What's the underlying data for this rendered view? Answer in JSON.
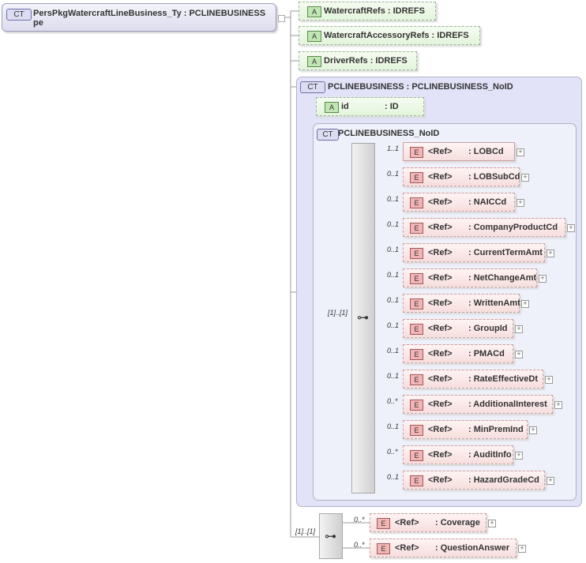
{
  "root": {
    "badge": "CT",
    "name_line1": "PersPkgWatercraftLineBusiness_Ty : PCLINEBUSINESS",
    "name_line2": "pe"
  },
  "attributes": [
    {
      "badge": "A",
      "text": "WatercraftRefs : IDREFS"
    },
    {
      "badge": "A",
      "text": "WatercraftAccessoryRefs : IDREFS"
    },
    {
      "badge": "A",
      "text": "DriverRefs : IDREFS"
    }
  ],
  "outer_ct": {
    "badge": "CT",
    "label": "PCLINEBUSINESS : PCLINEBUSINESS_NoID",
    "attribute": {
      "badge": "A",
      "name": "id",
      "type": ": ID"
    },
    "inner_ct": {
      "badge": "CT",
      "label": "PCLINEBUSINESS_NoID",
      "sequence_cardinality": "[1]..[1]",
      "elements": [
        {
          "badge": "E",
          "ref": "<Ref>",
          "name": ": LOBCd",
          "card": "1..1"
        },
        {
          "badge": "E",
          "ref": "<Ref>",
          "name": ": LOBSubCd",
          "card": "0..1"
        },
        {
          "badge": "E",
          "ref": "<Ref>",
          "name": ": NAICCd",
          "card": "0..1"
        },
        {
          "badge": "E",
          "ref": "<Ref>",
          "name": ": CompanyProductCd",
          "card": "0..1"
        },
        {
          "badge": "E",
          "ref": "<Ref>",
          "name": ": CurrentTermAmt",
          "card": "0..1"
        },
        {
          "badge": "E",
          "ref": "<Ref>",
          "name": ": NetChangeAmt",
          "card": "0..1"
        },
        {
          "badge": "E",
          "ref": "<Ref>",
          "name": ": WrittenAmt",
          "card": "0..1"
        },
        {
          "badge": "E",
          "ref": "<Ref>",
          "name": ": GroupId",
          "card": "0..1"
        },
        {
          "badge": "E",
          "ref": "<Ref>",
          "name": ": PMACd",
          "card": "0..1"
        },
        {
          "badge": "E",
          "ref": "<Ref>",
          "name": ": RateEffectiveDt",
          "card": "0..1"
        },
        {
          "badge": "E",
          "ref": "<Ref>",
          "name": ": AdditionalInterest",
          "card": "0..*"
        },
        {
          "badge": "E",
          "ref": "<Ref>",
          "name": ": MinPremInd",
          "card": "0..1"
        },
        {
          "badge": "E",
          "ref": "<Ref>",
          "name": ": AuditInfo",
          "card": "0..*"
        },
        {
          "badge": "E",
          "ref": "<Ref>",
          "name": ": HazardGradeCd",
          "card": "0..1"
        }
      ]
    }
  },
  "bottom_sequence": {
    "cardinality": "[1]..[1]",
    "elements": [
      {
        "badge": "E",
        "ref": "<Ref>",
        "name": ": Coverage",
        "card": "0..*"
      },
      {
        "badge": "E",
        "ref": "<Ref>",
        "name": ": QuestionAnswer",
        "card": "0..*"
      }
    ]
  },
  "expand_glyph": "+",
  "sequence_icon": "sequence-icon"
}
